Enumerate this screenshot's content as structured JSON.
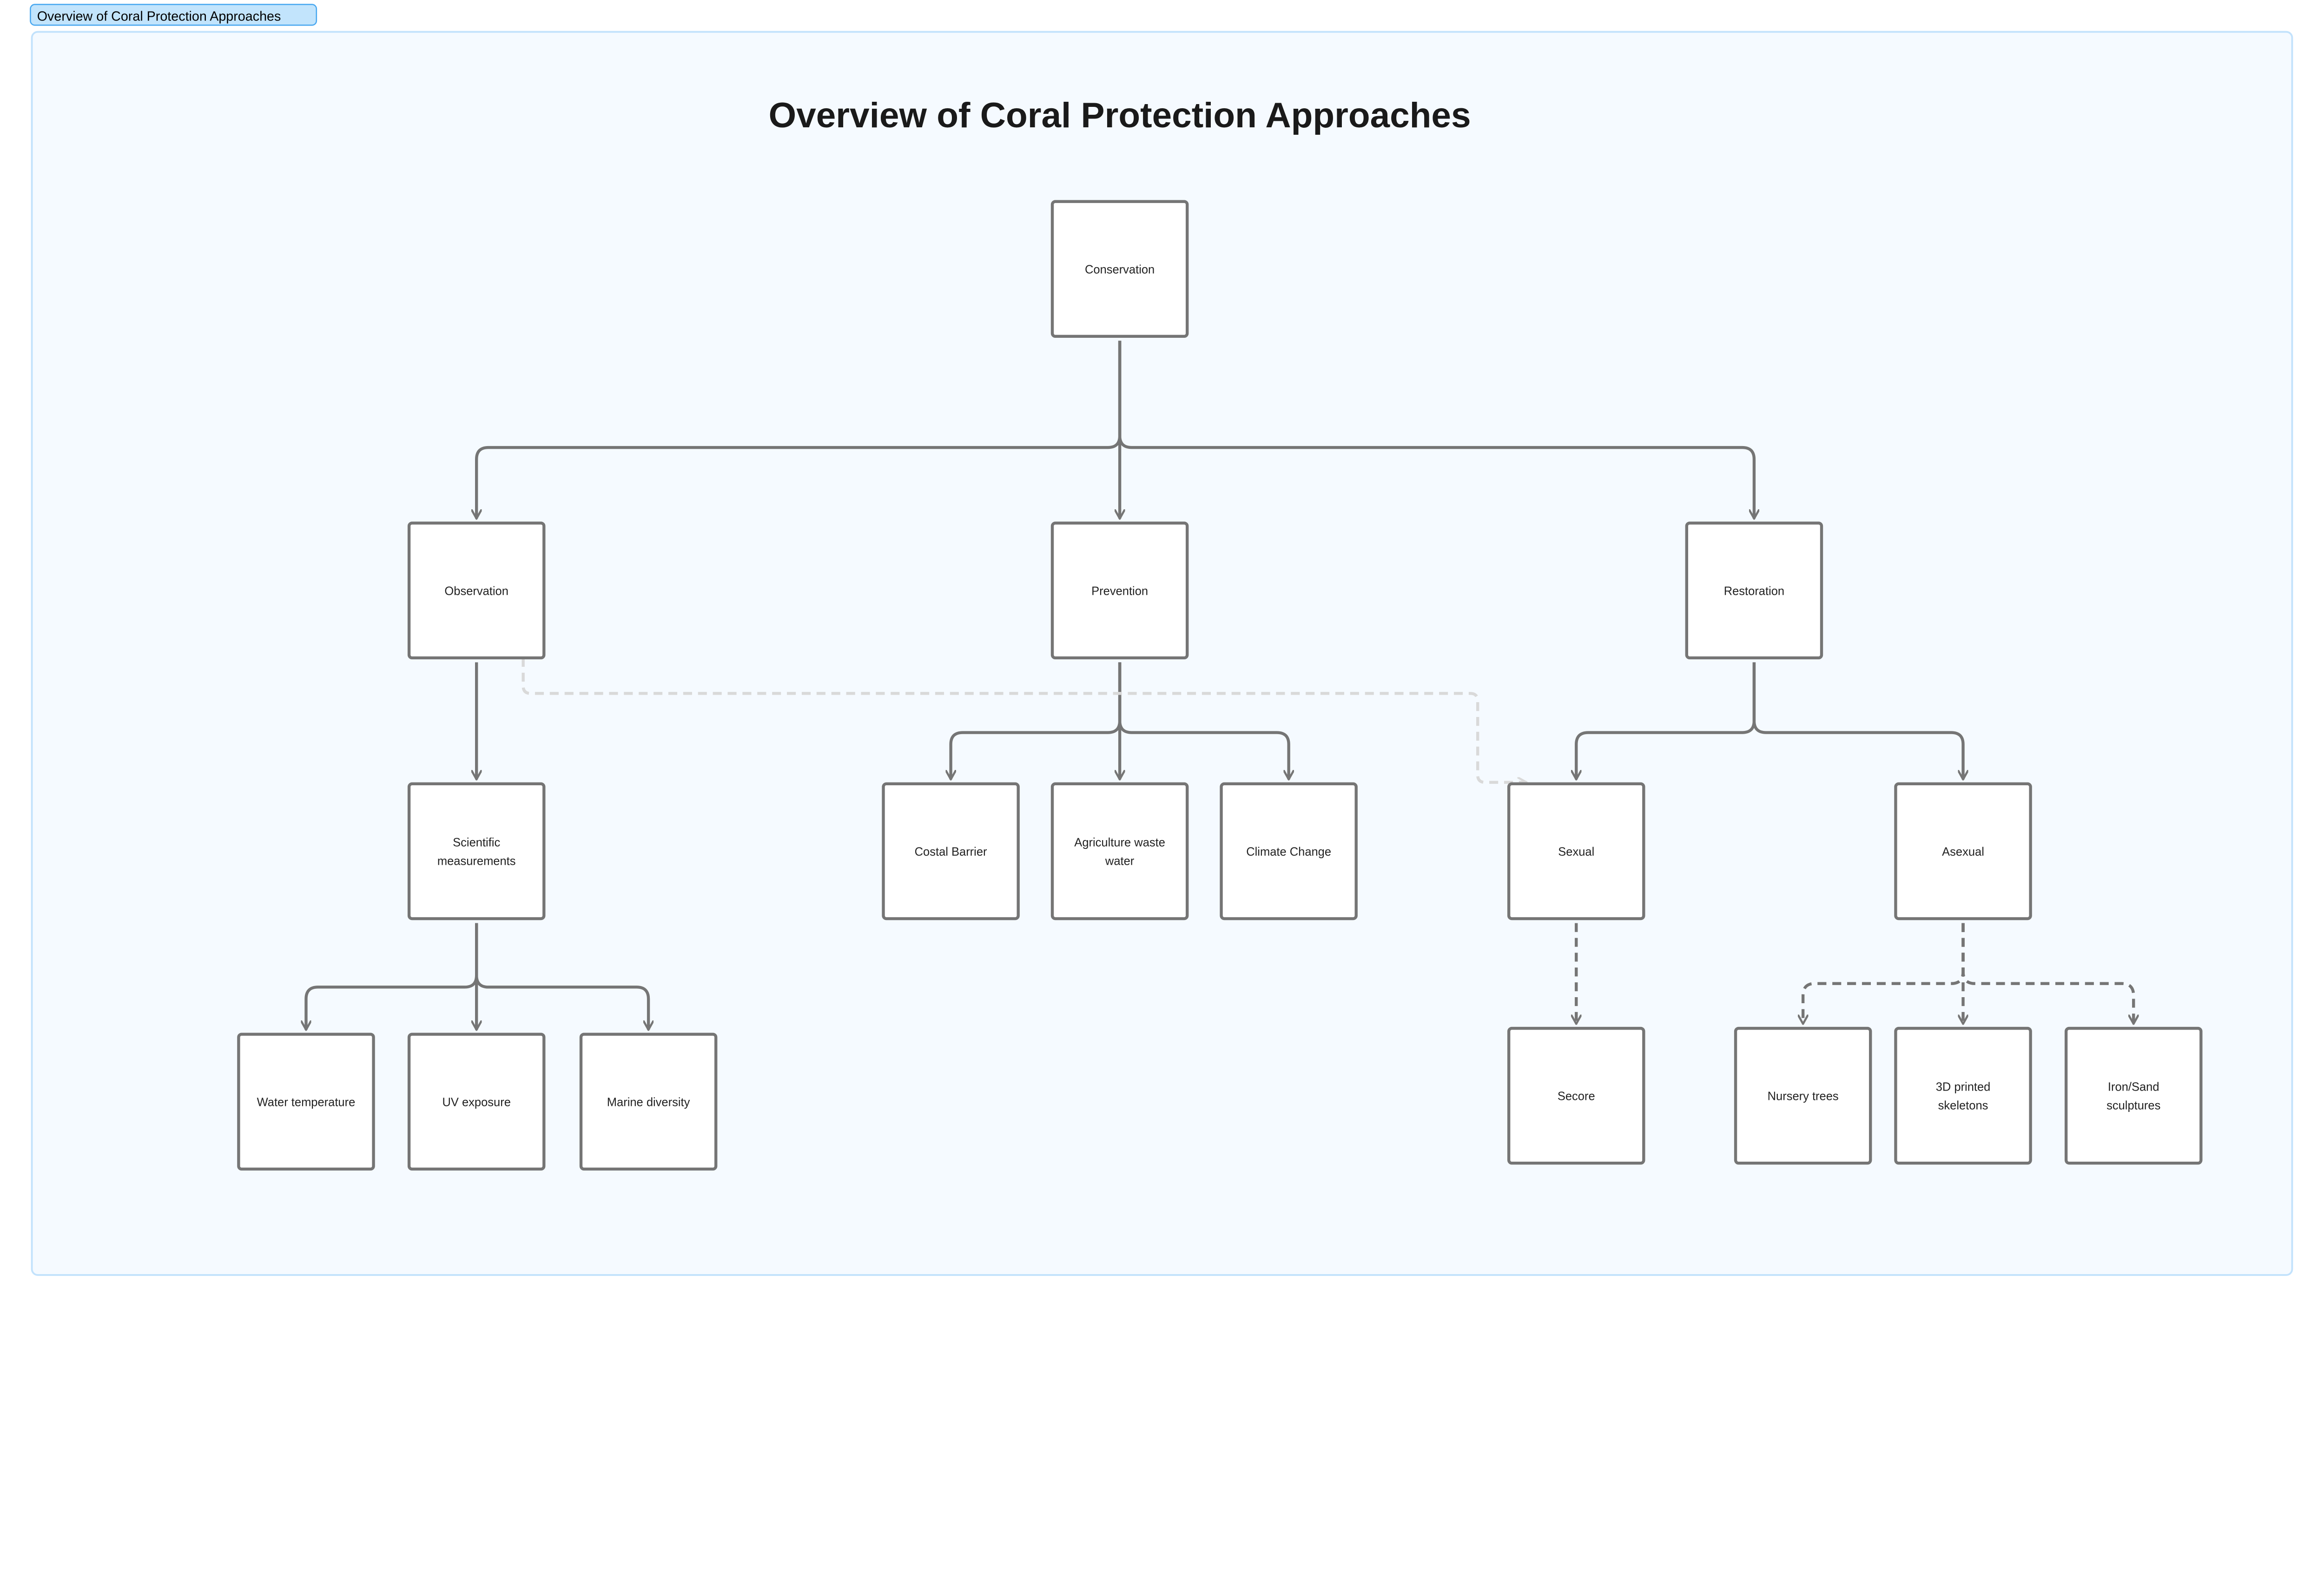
{
  "frame_label": "Overview of Coral Protection Approaches",
  "title": "Overview of Coral Protection Approaches",
  "colors": {
    "frame_bg": "#f5faff",
    "frame_border": "#c2e2fc",
    "label_bg": "#c2e4fc",
    "label_border": "#4aa8f0",
    "node_border": "#757575",
    "edge": "#757575",
    "ghost_edge": "#d9d9d9"
  },
  "nodes": [
    {
      "id": "conservation",
      "lines": [
        "Conservation"
      ]
    },
    {
      "id": "observation",
      "lines": [
        "Observation"
      ]
    },
    {
      "id": "prevention",
      "lines": [
        "Prevention"
      ]
    },
    {
      "id": "restoration",
      "lines": [
        "Restoration"
      ]
    },
    {
      "id": "scientific",
      "lines": [
        "Scientific",
        "measurements"
      ]
    },
    {
      "id": "costal",
      "lines": [
        "Costal Barrier"
      ]
    },
    {
      "id": "agriculture",
      "lines": [
        "Agriculture waste",
        "water"
      ]
    },
    {
      "id": "climate",
      "lines": [
        "Climate Change"
      ]
    },
    {
      "id": "sexual",
      "lines": [
        "Sexual"
      ]
    },
    {
      "id": "asexual",
      "lines": [
        "Asexual"
      ]
    },
    {
      "id": "water",
      "lines": [
        "Water temperature"
      ]
    },
    {
      "id": "uv",
      "lines": [
        "UV exposure"
      ]
    },
    {
      "id": "marine",
      "lines": [
        "Marine diversity"
      ]
    },
    {
      "id": "secore",
      "lines": [
        "Secore"
      ]
    },
    {
      "id": "nursery",
      "lines": [
        "Nursery trees"
      ]
    },
    {
      "id": "printed",
      "lines": [
        "3D printed",
        "skeletons"
      ]
    },
    {
      "id": "iron",
      "lines": [
        "Iron/Sand",
        "sculptures"
      ]
    }
  ],
  "edges": [
    {
      "from": "conservation",
      "to": [
        "observation",
        "prevention",
        "restoration"
      ],
      "style": "solid"
    },
    {
      "from": "observation",
      "to": [
        "scientific"
      ],
      "style": "solid"
    },
    {
      "from": "prevention",
      "to": [
        "costal",
        "agriculture",
        "climate"
      ],
      "style": "solid"
    },
    {
      "from": "restoration",
      "to": [
        "sexual",
        "asexual"
      ],
      "style": "solid"
    },
    {
      "from": "scientific",
      "to": [
        "water",
        "uv",
        "marine"
      ],
      "style": "solid"
    },
    {
      "from": "sexual",
      "to": [
        "secore"
      ],
      "style": "dashed"
    },
    {
      "from": "asexual",
      "to": [
        "nursery",
        "printed",
        "iron"
      ],
      "style": "dashed"
    },
    {
      "from": "observation",
      "to": [
        "sexual"
      ],
      "style": "ghost"
    }
  ]
}
